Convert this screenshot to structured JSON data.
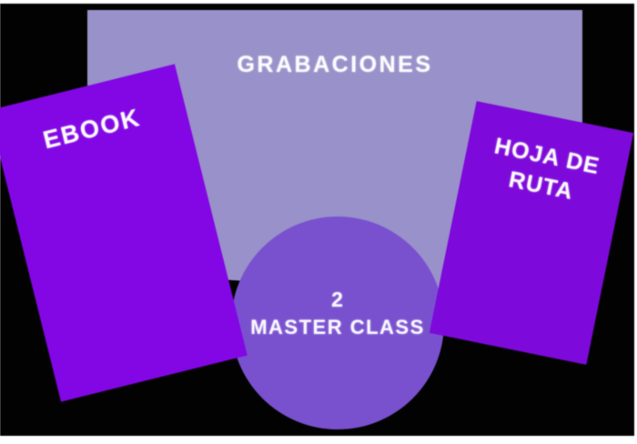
{
  "graphic": {
    "page_background_color": "#ffffff",
    "backdrop_color": "#020202",
    "text_color": "#ffffff",
    "recordings_panel": {
      "label": "GRABACIONES",
      "color": "#9991C9"
    },
    "ebook_card": {
      "label": "EBOOK",
      "color": "#8207E4"
    },
    "roadmap_card": {
      "label_line1": "HOJA DE",
      "label_line2": "RUTA",
      "color": "#7D09DA"
    },
    "masterclass_circle": {
      "count": "2",
      "label": "MASTER CLASS",
      "color": "#7951CF"
    }
  }
}
